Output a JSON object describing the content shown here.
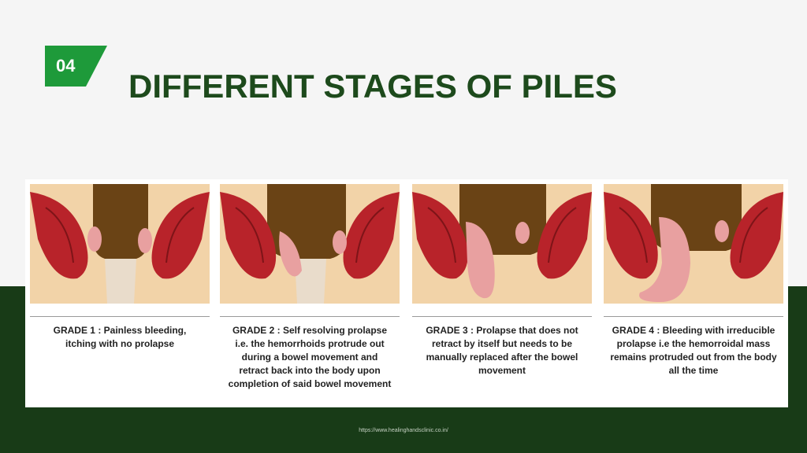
{
  "slide": {
    "badge_number": "04",
    "title": "DIFFERENT STAGES OF PILES",
    "footer_url": "https://www.healinghandsclinic.co.in/"
  },
  "colors": {
    "badge_green": "#1e9a3a",
    "title_green": "#1d4a1c",
    "bottom_band": "#183b17",
    "muscle_red": "#b8232a",
    "skin": "#f2d3a8",
    "rectum_brown": "#6a4315"
  },
  "grades": [
    {
      "caption": "GRADE 1 :  Painless bleeding, itching with no prolapse",
      "lines": [
        "GRADE 1 :  Painless bleeding,",
        "itching with no prolapse"
      ]
    },
    {
      "caption": "GRADE 2 :  Self resolving prolapse i.e. the hemorrhoids protrude out during a bowel movement and retract back into the body upon completion of said bowel movement",
      "lines": [
        "GRADE 2 :  Self resolving prolapse",
        "i.e. the hemorrhoids protrude out",
        "during a bowel movement and",
        "retract back into the body upon",
        "completion of said bowel movement"
      ]
    },
    {
      "caption": "GRADE 3 :  Prolapse that does not retract by itself but needs to be manually replaced after the bowel movement",
      "lines": [
        "GRADE 3 :  Prolapse that does not",
        "retract by itself but needs to be",
        "manually replaced after the bowel",
        "movement"
      ]
    },
    {
      "caption": "GRADE 4 :  Bleeding with irreducible prolapse i.e the hemorroidal mass remains protruded out from the body all the time",
      "lines": [
        "GRADE 4 :  Bleeding with irreducible",
        "prolapse i.e the hemorroidal mass",
        "remains protruded out from the body",
        "all the time"
      ]
    }
  ]
}
